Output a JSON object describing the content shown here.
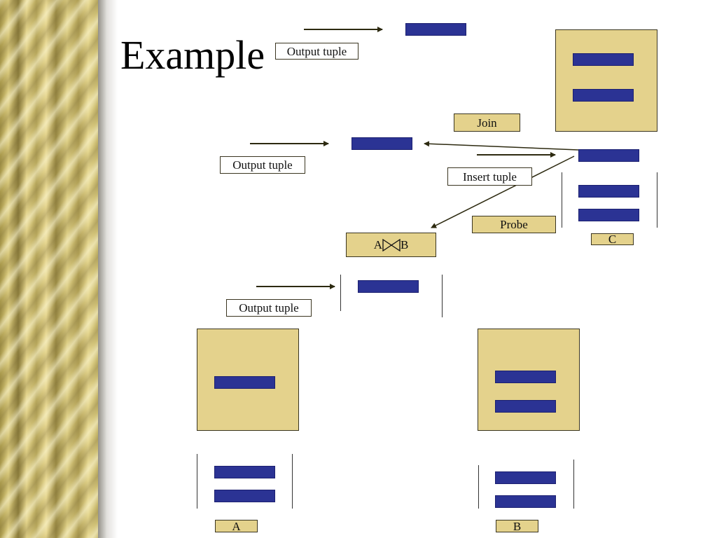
{
  "title": "Example",
  "labels": {
    "output_tuple_top": "Output tuple",
    "output_tuple_mid": "Output tuple",
    "output_tuple_low": "Output tuple",
    "join": "Join",
    "insert_tuple": "Insert tuple",
    "probe": "Probe",
    "c": "C",
    "a": "A",
    "b": "B",
    "ab_left": "A",
    "ab_right": "B",
    "join_symbol_icon": "bowtie-join-icon"
  },
  "colors": {
    "tuple_fill": "#2b3394",
    "table_fill": "#e4d28c",
    "arrow": "#2d2a10"
  }
}
